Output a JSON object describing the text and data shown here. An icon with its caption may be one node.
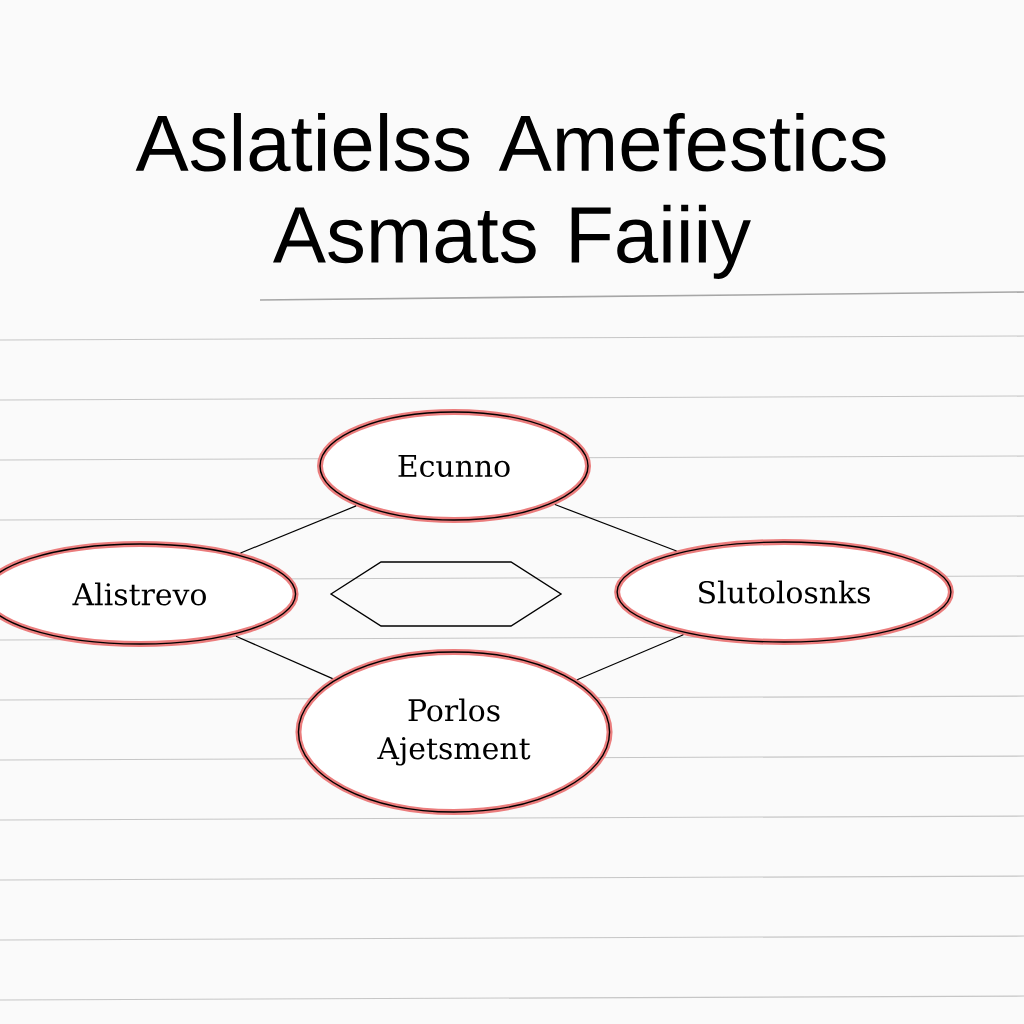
{
  "diagram": {
    "title": "Aslatielss Amefestics Asmats Faiiiy",
    "nodes": [
      {
        "text": [
          "Ecunno"
        ]
      },
      {
        "text": [
          "Alistrevo"
        ]
      },
      {
        "text": [],
        "shape": "hexagon"
      },
      {
        "text": [
          "Slutolosnks"
        ]
      },
      {
        "text": [
          "Porlos Ajetsment"
        ]
      }
    ],
    "edges": [
      {
        "from": 1,
        "to": 0,
        "arrow": "none"
      },
      {
        "from": 0,
        "to": 3,
        "arrow": "none"
      },
      {
        "from": 1,
        "to": 4,
        "arrow": "none"
      },
      {
        "from": 4,
        "to": 3,
        "arrow": "none"
      }
    ]
  }
}
